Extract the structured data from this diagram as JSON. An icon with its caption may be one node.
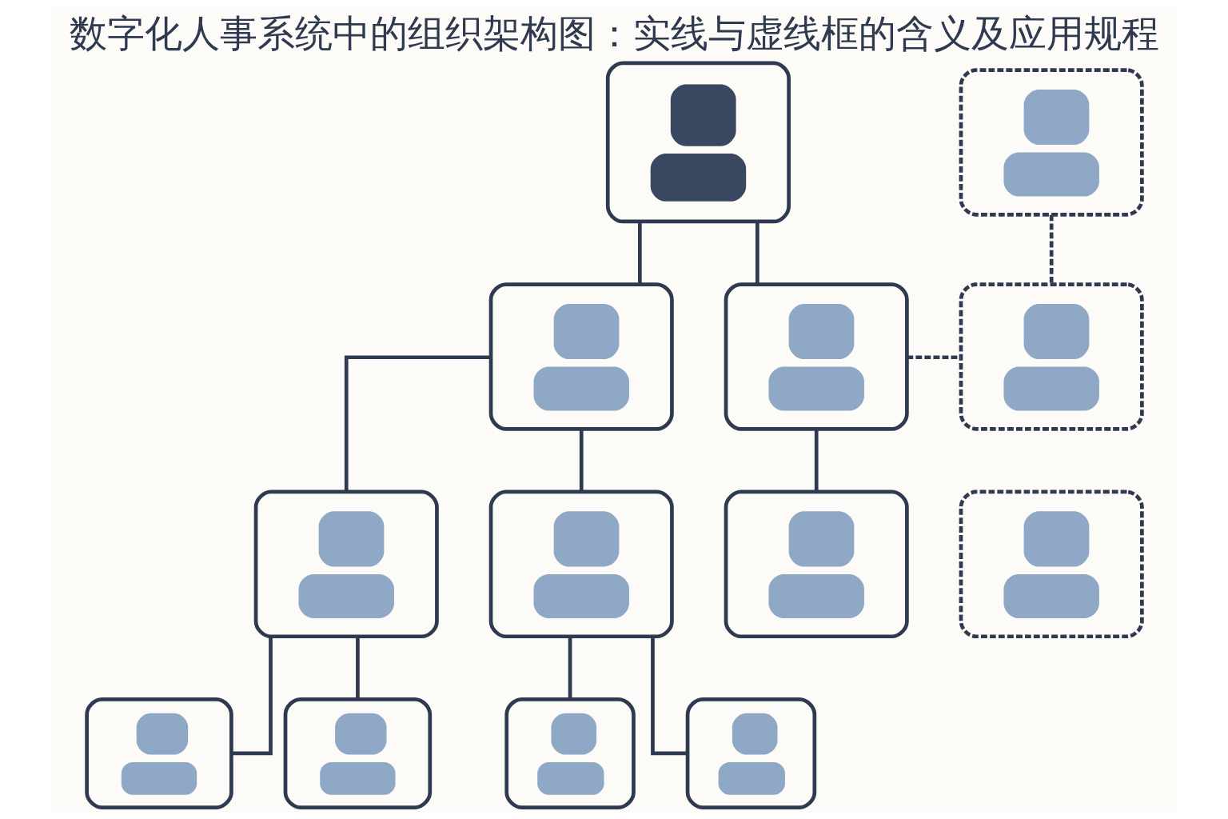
{
  "diagram": {
    "title": "数字化人事系统中的组织架构图：实线与虚线框的含义及应用规程",
    "nodes": [
      {
        "text": [],
        "shape": "person"
      },
      {
        "text": [],
        "shape": "person"
      },
      {
        "text": [],
        "shape": "person"
      },
      {
        "text": [],
        "shape": "person"
      },
      {
        "text": [],
        "shape": "person"
      },
      {
        "text": [],
        "shape": "person"
      },
      {
        "text": [],
        "shape": "person"
      },
      {
        "text": [],
        "shape": "person"
      },
      {
        "text": [],
        "shape": "person"
      },
      {
        "text": [],
        "shape": "person"
      },
      {
        "text": [],
        "shape": "person"
      },
      {
        "text": [],
        "shape": "person"
      },
      {
        "text": [],
        "shape": "person"
      }
    ],
    "edges": [
      {
        "from": 0,
        "to": 1,
        "arrow": "none"
      },
      {
        "from": 0,
        "to": 2,
        "arrow": "none"
      },
      {
        "from": 3,
        "to": 4,
        "arrow": "none",
        "style": "dashed"
      },
      {
        "from": 2,
        "to": 4,
        "arrow": "none",
        "style": "dashed"
      },
      {
        "from": 1,
        "to": 5,
        "arrow": "none"
      },
      {
        "from": 1,
        "to": 6,
        "arrow": "none"
      },
      {
        "from": 2,
        "to": 7,
        "arrow": "none"
      },
      {
        "from": 5,
        "to": 9,
        "arrow": "none"
      },
      {
        "from": 5,
        "to": 10,
        "arrow": "none"
      },
      {
        "from": 6,
        "to": 11,
        "arrow": "none"
      },
      {
        "from": 6,
        "to": 12,
        "arrow": "none"
      }
    ]
  }
}
